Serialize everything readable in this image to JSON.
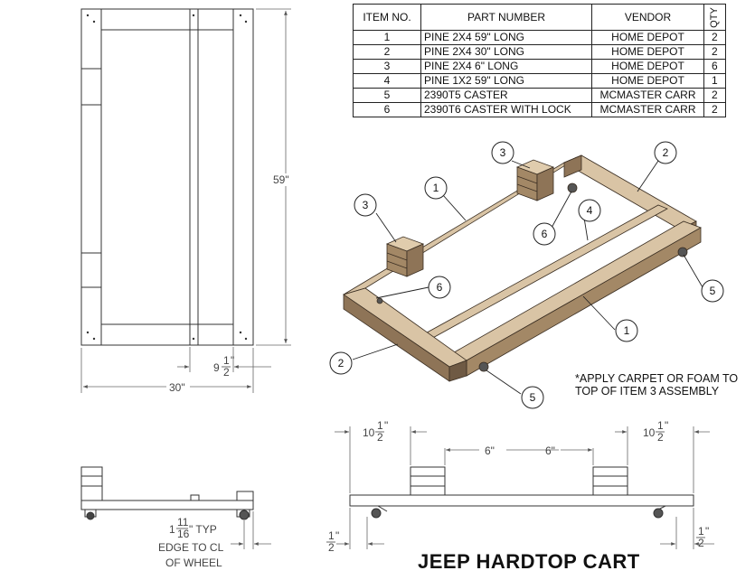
{
  "bom": {
    "headers": {
      "item": "ITEM NO.",
      "part": "PART NUMBER",
      "vendor": "VENDOR",
      "qty": "QTY"
    },
    "rows": [
      {
        "item": "1",
        "part": "PINE 2X4 59\" LONG",
        "vendor": "HOME DEPOT",
        "qty": "2"
      },
      {
        "item": "2",
        "part": "PINE 2X4 30\" LONG",
        "vendor": "HOME DEPOT",
        "qty": "2"
      },
      {
        "item": "3",
        "part": "PINE 2X4 6\" LONG",
        "vendor": "HOME DEPOT",
        "qty": "6"
      },
      {
        "item": "4",
        "part": "PINE 1X2 59\" LONG",
        "vendor": "HOME DEPOT",
        "qty": "1"
      },
      {
        "item": "5",
        "part": "2390T5 CASTER",
        "vendor": "MCMASTER CARR",
        "qty": "2"
      },
      {
        "item": "6",
        "part": "2390T6 CASTER WITH LOCK",
        "vendor": "MCMASTER CARR",
        "qty": "2"
      }
    ]
  },
  "dimensions": {
    "height": "59\"",
    "width": "30\"",
    "inner_whole": "9",
    "inner_frac_num": "1",
    "inner_frac_den": "2",
    "block_whole": "10",
    "block_frac_num": "1",
    "block_frac_den": "2",
    "six": "6\"",
    "half_num": "1",
    "half_den": "2",
    "caster_whole": "1",
    "caster_frac_num": "11",
    "caster_frac_den": "16",
    "caster_note_1": "\" TYP",
    "caster_note_2": "EDGE TO CL",
    "caster_note_3": "OF WHEEL",
    "inch_mark": "\""
  },
  "balloons": {
    "b3a": "3",
    "b3b": "3",
    "b1a": "1",
    "b1b": "1",
    "b2a": "2",
    "b2b": "2",
    "b4": "4",
    "b5a": "5",
    "b5b": "5",
    "b6a": "6",
    "b6b": "6"
  },
  "note": "*APPLY CARPET OR FOAM TO TOP OF ITEM 3 ASSEMBLY",
  "title": "JEEP HARDTOP CART",
  "colors": {
    "wood_top": "#d9c4a5",
    "wood_side": "#8e7457",
    "wood_dark": "#6f5a44",
    "line": "#222222",
    "dim": "#555555"
  }
}
